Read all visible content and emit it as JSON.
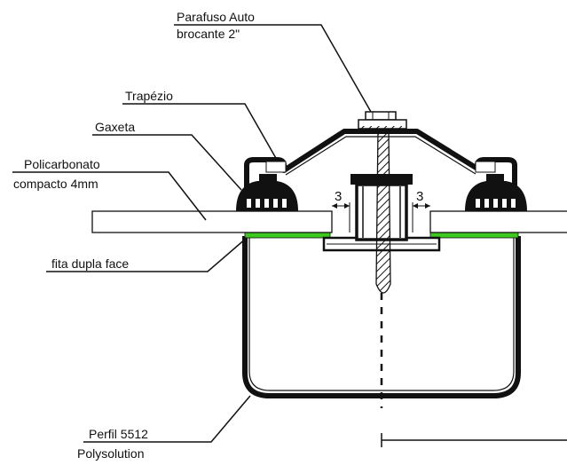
{
  "labels": {
    "screw_line1": "Parafuso Auto",
    "screw_line2": "brocante 2\"",
    "trapezio": "Trapézio",
    "gaxeta": "Gaxeta",
    "poli_line1": "Policarbonato",
    "poli_line2": "compacto 4mm",
    "fita": "fita dupla face",
    "perfil_line1": "Perfil 5512",
    "perfil_line2": "Polysolution"
  },
  "dimensions": {
    "gap_left": "3",
    "gap_right": "3"
  },
  "colors": {
    "tape": "#3ec91e",
    "line": "#111111",
    "hatch": "#111111"
  }
}
